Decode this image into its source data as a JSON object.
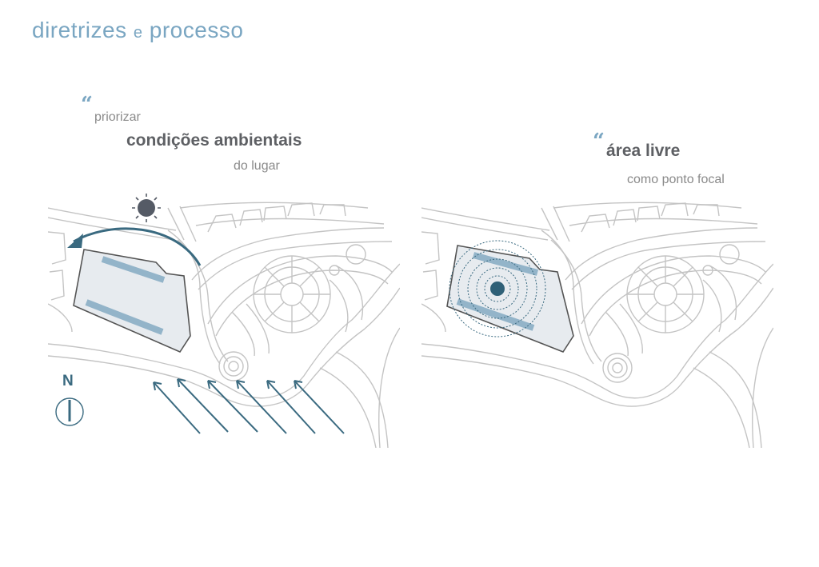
{
  "header": {
    "title_part1": "diretrizes",
    "title_connector": "e",
    "title_part2": "processo"
  },
  "left_diagram": {
    "quote_mark": "“",
    "line1": "priorizar",
    "line2": "condições ambientais",
    "line3": "do lugar",
    "compass_label": "N",
    "icons": [
      "sun-icon",
      "sun-path-arrow-icon",
      "wind-arrows-icon",
      "compass-icon"
    ]
  },
  "right_diagram": {
    "quote_mark": "“",
    "line1": "área livre",
    "line2": "como ponto focal",
    "icons": [
      "focal-point-icon",
      "ripple-circles-icon"
    ]
  },
  "colors": {
    "title_blue": "#7aa6c2",
    "accent_teal": "#3a6a80",
    "block_fill": "#e7ebef",
    "block_bar": "#93b4c9",
    "map_lines": "#c4c4c4"
  }
}
